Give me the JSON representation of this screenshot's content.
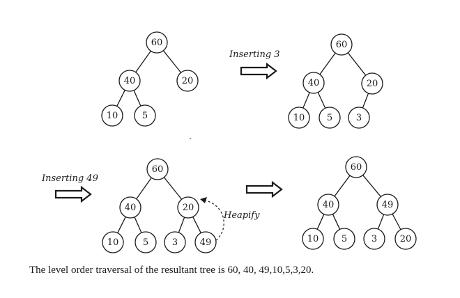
{
  "trees": [
    {
      "name": "tree-initial",
      "nodes": [
        {
          "id": "a",
          "value": "60"
        },
        {
          "id": "b",
          "value": "40"
        },
        {
          "id": "c",
          "value": "20"
        },
        {
          "id": "d",
          "value": "10"
        },
        {
          "id": "e",
          "value": "5"
        }
      ],
      "edges": [
        [
          "a",
          "b"
        ],
        [
          "a",
          "c"
        ],
        [
          "b",
          "d"
        ],
        [
          "b",
          "e"
        ]
      ]
    },
    {
      "name": "tree-after-insert-3",
      "nodes": [
        {
          "id": "a",
          "value": "60"
        },
        {
          "id": "b",
          "value": "40"
        },
        {
          "id": "c",
          "value": "20"
        },
        {
          "id": "d",
          "value": "10"
        },
        {
          "id": "e",
          "value": "5"
        },
        {
          "id": "f",
          "value": "3"
        }
      ],
      "edges": [
        [
          "a",
          "b"
        ],
        [
          "a",
          "c"
        ],
        [
          "b",
          "d"
        ],
        [
          "b",
          "e"
        ],
        [
          "c",
          "f"
        ]
      ]
    },
    {
      "name": "tree-after-insert-49",
      "nodes": [
        {
          "id": "a",
          "value": "60"
        },
        {
          "id": "b",
          "value": "40"
        },
        {
          "id": "c",
          "value": "20"
        },
        {
          "id": "d",
          "value": "10"
        },
        {
          "id": "e",
          "value": "5"
        },
        {
          "id": "f",
          "value": "3"
        },
        {
          "id": "g",
          "value": "49"
        }
      ],
      "edges": [
        [
          "a",
          "b"
        ],
        [
          "a",
          "c"
        ],
        [
          "b",
          "d"
        ],
        [
          "b",
          "e"
        ],
        [
          "c",
          "f"
        ],
        [
          "c",
          "g"
        ]
      ]
    },
    {
      "name": "tree-after-heapify",
      "nodes": [
        {
          "id": "a",
          "value": "60"
        },
        {
          "id": "b",
          "value": "40"
        },
        {
          "id": "c",
          "value": "49"
        },
        {
          "id": "d",
          "value": "10"
        },
        {
          "id": "e",
          "value": "5"
        },
        {
          "id": "f",
          "value": "3"
        },
        {
          "id": "g",
          "value": "20"
        }
      ],
      "edges": [
        [
          "a",
          "b"
        ],
        [
          "a",
          "c"
        ],
        [
          "b",
          "d"
        ],
        [
          "b",
          "e"
        ],
        [
          "c",
          "f"
        ],
        [
          "c",
          "g"
        ]
      ]
    }
  ],
  "labels": {
    "inserting_3": "Inserting 3",
    "inserting_49": "Inserting 49",
    "heapify": "Heapify"
  },
  "caption": "The level order traversal of the resultant tree is 60, 40, 49,10,5,3,20."
}
